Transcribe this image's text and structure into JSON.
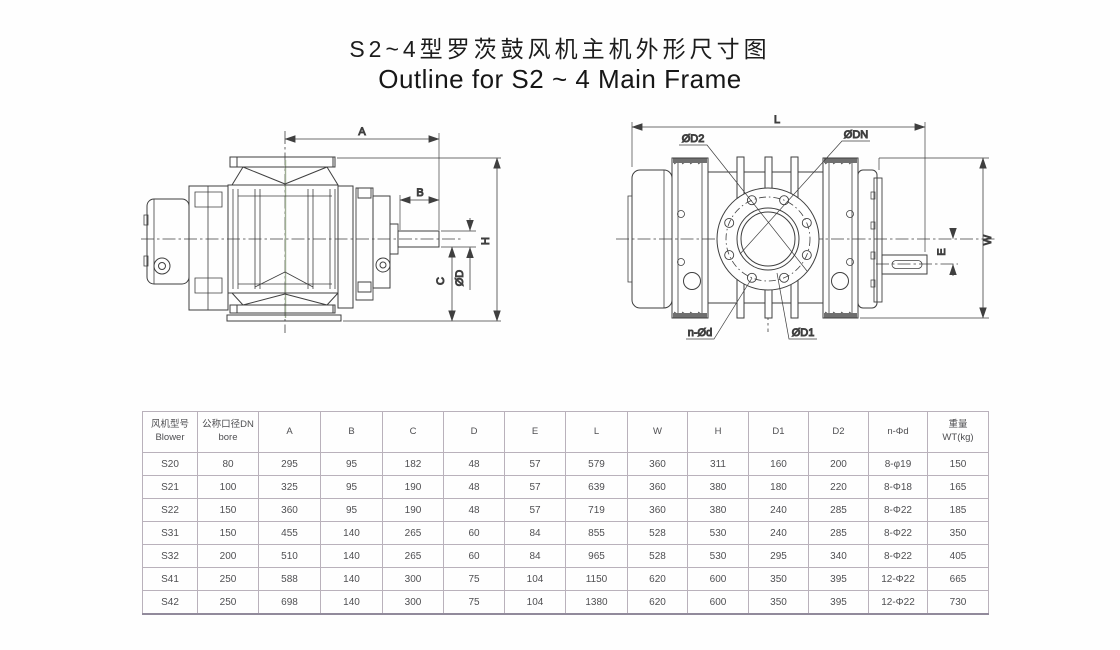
{
  "page": {
    "title_zh": "S2~4型罗茨鼓风机主机外形尺寸图",
    "title_en": "Outline for S2 ~ 4 Main Frame"
  },
  "drawings": {
    "side_view": {
      "labels": {
        "a": "A",
        "b": "B",
        "c": "C",
        "h": "H",
        "od": "ØD"
      }
    },
    "end_view": {
      "labels": {
        "l": "L",
        "od2": "ØD2",
        "odn": "ØDN",
        "w": "W",
        "e": "E",
        "nod": "n-Ød",
        "od1": "ØD1"
      }
    }
  },
  "table": {
    "columns": [
      {
        "lines": [
          "风机型号",
          "Blower"
        ]
      },
      {
        "lines": [
          "公称口径DN",
          "bore"
        ]
      },
      {
        "lines": [
          "A"
        ]
      },
      {
        "lines": [
          "B"
        ]
      },
      {
        "lines": [
          "C"
        ]
      },
      {
        "lines": [
          "D"
        ]
      },
      {
        "lines": [
          "E"
        ]
      },
      {
        "lines": [
          "L"
        ]
      },
      {
        "lines": [
          "W"
        ]
      },
      {
        "lines": [
          "H"
        ]
      },
      {
        "lines": [
          "D1"
        ]
      },
      {
        "lines": [
          "D2"
        ]
      },
      {
        "lines": [
          "n-Φd"
        ]
      },
      {
        "lines": [
          "重量",
          "WT(kg)"
        ]
      }
    ],
    "rows": [
      [
        "S20",
        "80",
        "295",
        "95",
        "182",
        "48",
        "57",
        "579",
        "360",
        "311",
        "160",
        "200",
        "8-φ19",
        "150"
      ],
      [
        "S21",
        "100",
        "325",
        "95",
        "190",
        "48",
        "57",
        "639",
        "360",
        "380",
        "180",
        "220",
        "8-Φ18",
        "165"
      ],
      [
        "S22",
        "150",
        "360",
        "95",
        "190",
        "48",
        "57",
        "719",
        "360",
        "380",
        "240",
        "285",
        "8-Φ22",
        "185"
      ],
      [
        "S31",
        "150",
        "455",
        "140",
        "265",
        "60",
        "84",
        "855",
        "528",
        "530",
        "240",
        "285",
        "8-Φ22",
        "350"
      ],
      [
        "S32",
        "200",
        "510",
        "140",
        "265",
        "60",
        "84",
        "965",
        "528",
        "530",
        "295",
        "340",
        "8-Φ22",
        "405"
      ],
      [
        "S41",
        "250",
        "588",
        "140",
        "300",
        "75",
        "104",
        "1150",
        "620",
        "600",
        "350",
        "395",
        "12-Φ22",
        "665"
      ],
      [
        "S42",
        "250",
        "698",
        "140",
        "300",
        "75",
        "104",
        "1380",
        "620",
        "600",
        "350",
        "395",
        "12-Φ22",
        "730"
      ]
    ]
  },
  "colors": {
    "line": "#3f3f3f",
    "dim_line": "#4a4a4a",
    "table_border": "#b9b1bb",
    "parting_line": "#9fae93"
  }
}
